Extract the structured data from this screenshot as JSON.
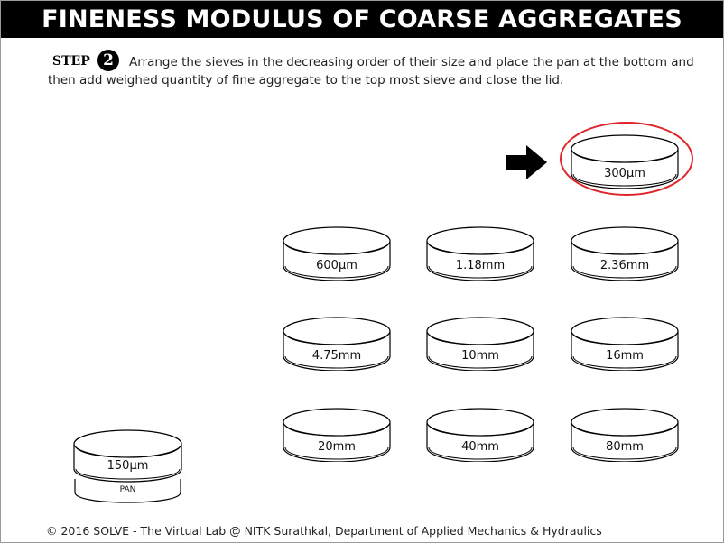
{
  "header": {
    "title": "FINENESS MODULUS OF COARSE AGGREGATES"
  },
  "step": {
    "label": "STEP",
    "number": "2",
    "instruction_line1": "Arrange the sieves in the decreasing order of their size and place the pan at the bottom and",
    "instruction_line2": "then add weighed quantity of fine aggregate to the top most sieve and close the lid."
  },
  "highlighted_sieve": {
    "label": "300µm",
    "highlight_color": "#e0242a"
  },
  "sieves": [
    {
      "label": "600µm"
    },
    {
      "label": "1.18mm"
    },
    {
      "label": "2.36mm"
    },
    {
      "label": "4.75mm"
    },
    {
      "label": "10mm"
    },
    {
      "label": "16mm"
    },
    {
      "label": "20mm"
    },
    {
      "label": "40mm"
    },
    {
      "label": "80mm"
    }
  ],
  "stack": {
    "sieve_label": "150µm",
    "pan_label": "PAN"
  },
  "footer": {
    "copyright": "© 2016 SOLVE - The Virtual Lab @ NITK Surathkal, Department of Applied Mechanics & Hydraulics"
  },
  "icons": {
    "arrow": "right-arrow-icon",
    "step_badge": "numbered-circle-icon"
  }
}
